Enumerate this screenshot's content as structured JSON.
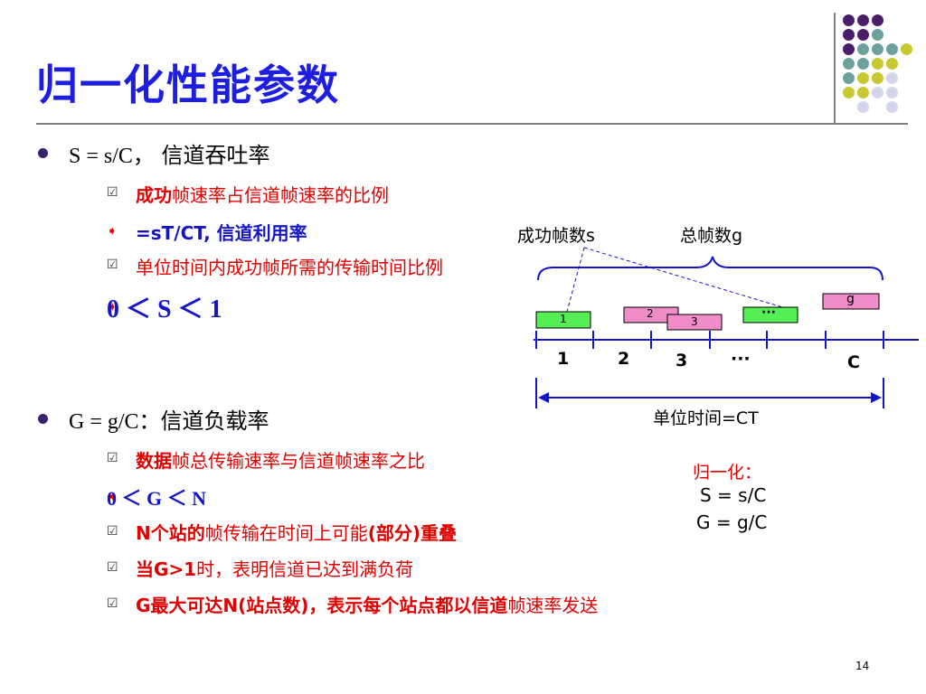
{
  "title": "归一化性能参数",
  "items": {
    "s_def": {
      "prefix": "S = s/C",
      "rest": "， 信道吞吐率"
    },
    "s_sub1": {
      "bold": "成功",
      "rest": "帧速率占信道帧速率的比例"
    },
    "s_sub2": {
      "text": "=sT/CT, 信道利用率"
    },
    "s_sub3": {
      "text": "单位时间内成功帧所需的传输时间比例"
    },
    "s_range": {
      "text": "0 ＜ S ＜ 1"
    },
    "g_def": {
      "prefix": "G = g/C",
      "rest": "：信道负载率"
    },
    "g_sub1": {
      "bold": "数据",
      "rest": "帧总传输速率与信道帧速率之比"
    },
    "g_sub2": {
      "text": "0 ＜ G ＜ N"
    },
    "g_sub3": {
      "bold": "N个站的",
      "mid": "帧传输在时间上可能",
      "bold2": "(部分)重叠"
    },
    "g_sub4": {
      "bold": "当G>1",
      "rest": "时，表明信道已达到满负荷"
    },
    "g_sub5": {
      "bold": "G最大可达N(站点数)，表示每个站点都以信道",
      "rest": "帧速率发送"
    }
  },
  "diagram": {
    "label_success": "成功帧数s",
    "label_total": "总帧数g",
    "frames": {
      "f1": "1",
      "f2": "2",
      "f3": "3",
      "fdots": "···",
      "fg": "g"
    },
    "ticks": {
      "t1": "1",
      "t2": "2",
      "t3": "3",
      "tdots": "···",
      "tc": "C"
    },
    "unit_time": "单位时间=CT"
  },
  "normalization": {
    "heading": "归一化：",
    "s_formula": "S = s/C",
    "g_formula": "G = g/C"
  },
  "page_number": "14",
  "colors": {
    "title": "#1e1ee0",
    "accent_red": "#e00000",
    "frame_green": "#55ee55",
    "frame_pink": "#f08cc8",
    "dot_purple": "#4b1e6b",
    "dot_teal": "#6fa0a0",
    "dot_olive": "#c8c832",
    "dot_lavender": "#d4d4ea"
  }
}
